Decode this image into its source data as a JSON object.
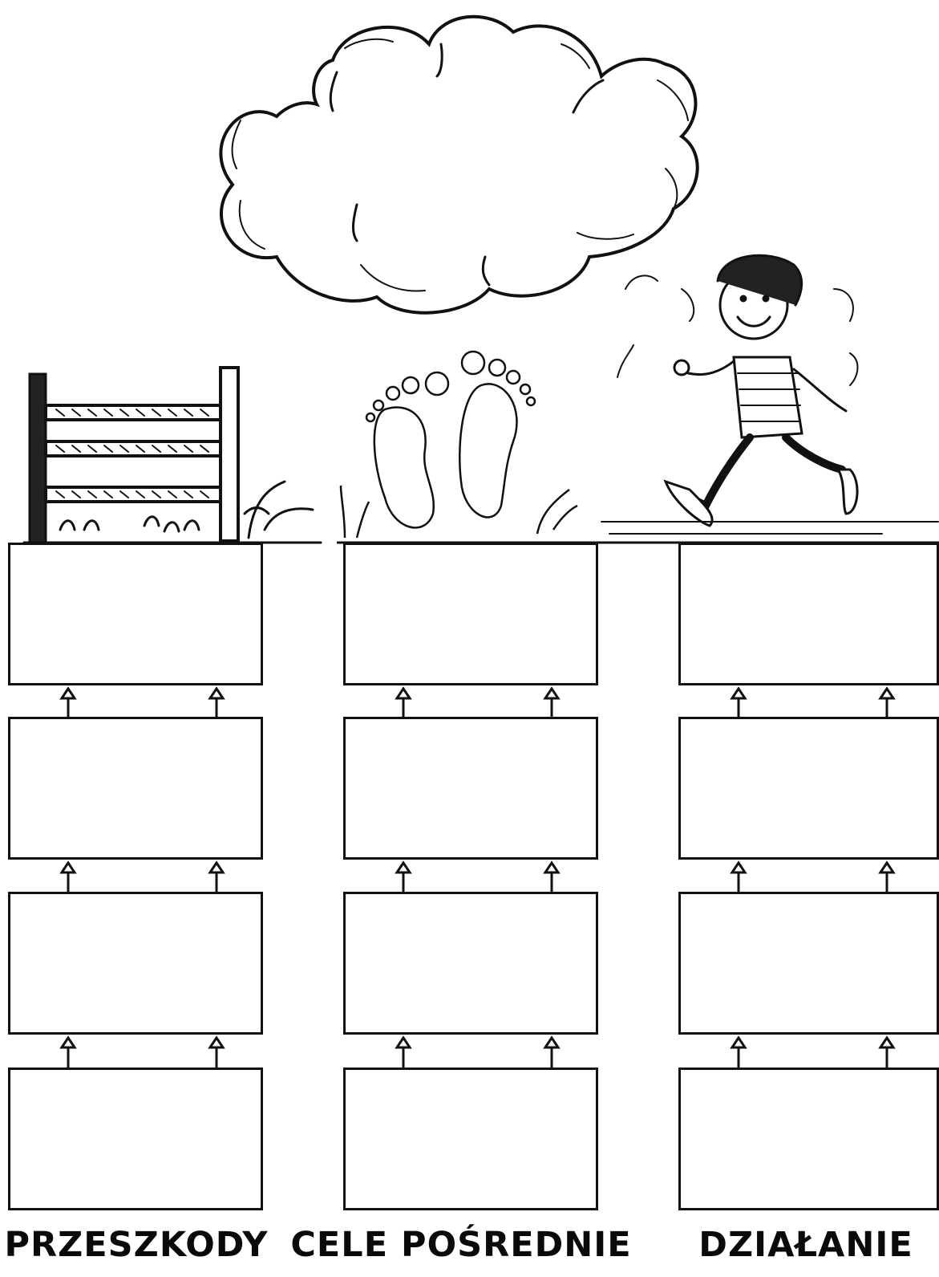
{
  "columns": [
    {
      "heading": "PRZESZKODY",
      "illustration": "fence-illustration",
      "box_count": 4
    },
    {
      "heading": "CELE POŚREDNIE",
      "illustration": "footprints-illustration",
      "box_count": 4
    },
    {
      "heading": "DZIAŁANIE",
      "illustration": "walking-boy-illustration",
      "box_count": 4
    }
  ],
  "top_illustration": "thought-cloud-illustration",
  "connector_icon": "arrow-up-icon",
  "colors": {
    "ink": "#111111",
    "paper": "#ffffff"
  }
}
